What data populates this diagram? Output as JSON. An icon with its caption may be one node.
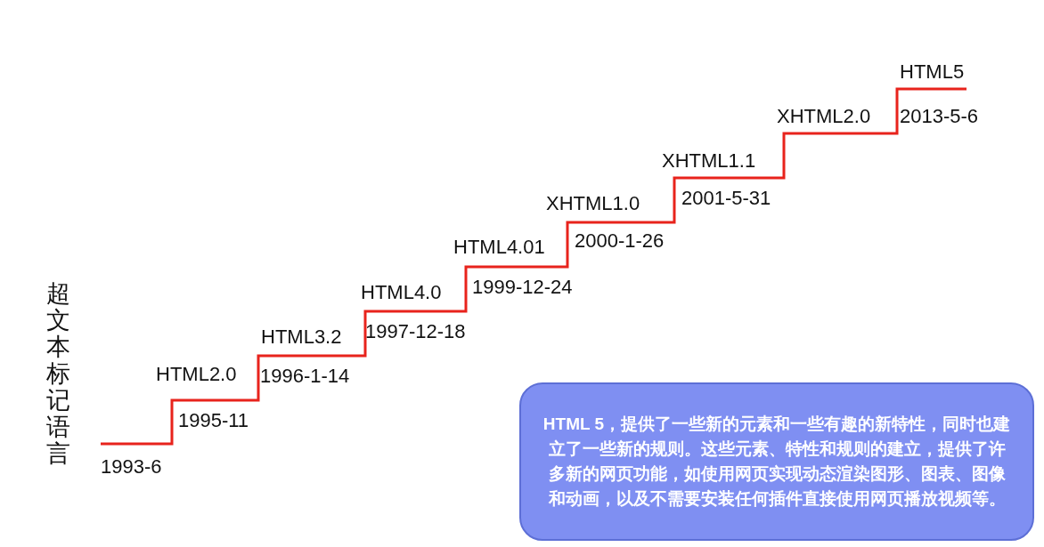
{
  "diagram": {
    "nodes": [
      {
        "text": [
          "HTML 5，提供了一些新的元素和一些有趣的新特性，同时也建立了一些新的规则。这些元素、特性和规则的建立，提供了许多新的网页功能，如使用网页实现动态渲染图形、图表、图像和动画，以及不需要安装任何插件直接使用网页播放视频等。"
        ]
      }
    ],
    "labels": [
      "HTML5",
      "XHTML2.0",
      "2013-5-6",
      "XHTML1.1",
      "XHTML1.0",
      "2001-5-31",
      "HTML4.01",
      "2000-1-26",
      "HTML4.0",
      "1999-12-24",
      "HTML3.2",
      "1997-12-18",
      "超文本标记语言",
      "HTML2.0",
      "1996-1-14",
      "1995-11",
      "1993-6"
    ]
  }
}
